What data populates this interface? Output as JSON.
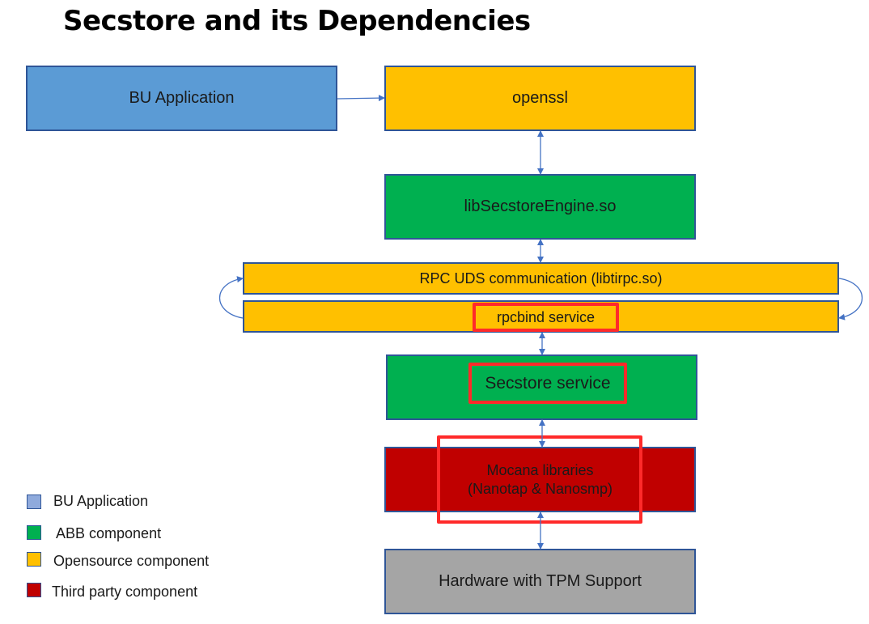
{
  "title": "Secstore and its Dependencies",
  "boxes": {
    "bu_application": "BU Application",
    "openssl": "openssl",
    "lib_secstore_engine": "libSecstoreEngine.so",
    "rpc_uds": "RPC UDS communication (libtirpc.so)",
    "rpcbind": "rpcbind service",
    "secstore_service": "Secstore service",
    "mocana_line1": "Mocana libraries",
    "mocana_line2": "(Nanotap & Nanosmp)",
    "hardware": "Hardware with TPM Support"
  },
  "legend": [
    {
      "label": "BU Application",
      "color": "#8faadc"
    },
    {
      "label": "ABB component",
      "color": "#00b050"
    },
    {
      "label": "Opensource component",
      "color": "#ffc000"
    },
    {
      "label": "Third party component",
      "color": "#c00000"
    }
  ],
  "colors": {
    "blue": "#5b9bd5",
    "orange": "#ffc000",
    "green": "#00b050",
    "red": "#c00000",
    "gray": "#a5a5a5",
    "highlight": "#ff2a2a",
    "arrow": "#4472c4"
  }
}
